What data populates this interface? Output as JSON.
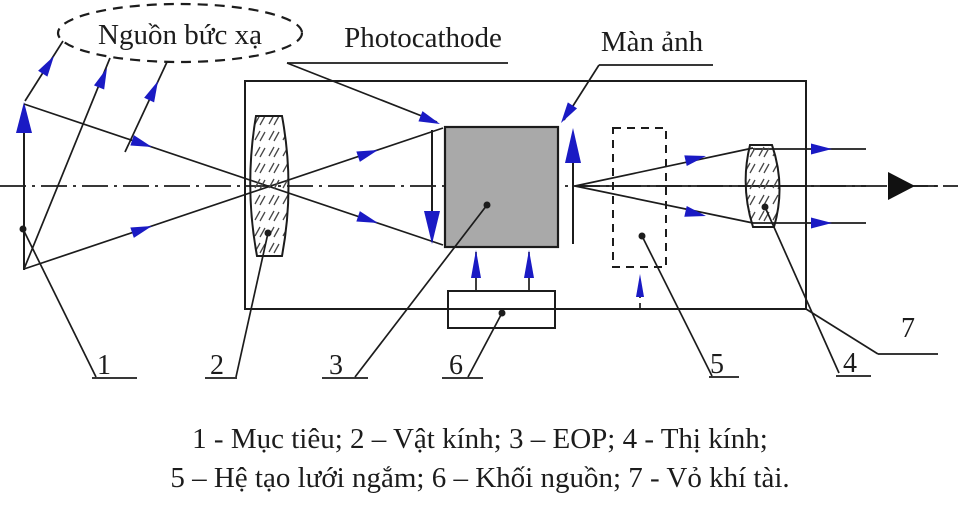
{
  "colors": {
    "background": "#ffffff",
    "line": "#1c1c1c",
    "ray_arrow_blue": "#1a1ac4",
    "eop_fill": "#a9a9a9",
    "exit_arrow_black": "#111111"
  },
  "labels": {
    "radiation_source": "Nguồn bức xạ",
    "photocathode": "Photocathode",
    "screen": "Màn ảnh"
  },
  "parts": [
    {
      "number": "1",
      "name": "Mục tiêu"
    },
    {
      "number": "2",
      "name": "Vật kính"
    },
    {
      "number": "3",
      "name": "EOP"
    },
    {
      "number": "4",
      "name": "Thị kính"
    },
    {
      "number": "5",
      "name": "Hệ tạo lưới ngắm"
    },
    {
      "number": "6",
      "name": "Khối nguồn"
    },
    {
      "number": "7",
      "name": "Vỏ khí tài"
    }
  ],
  "caption": {
    "line1": "1 - Mục tiêu; 2 – Vật kính; 3 – EOP; 4 - Thị kính;",
    "line2": "5 – Hệ tạo lưới ngắm; 6 – Khối nguồn; 7 - Vỏ khí tài."
  }
}
